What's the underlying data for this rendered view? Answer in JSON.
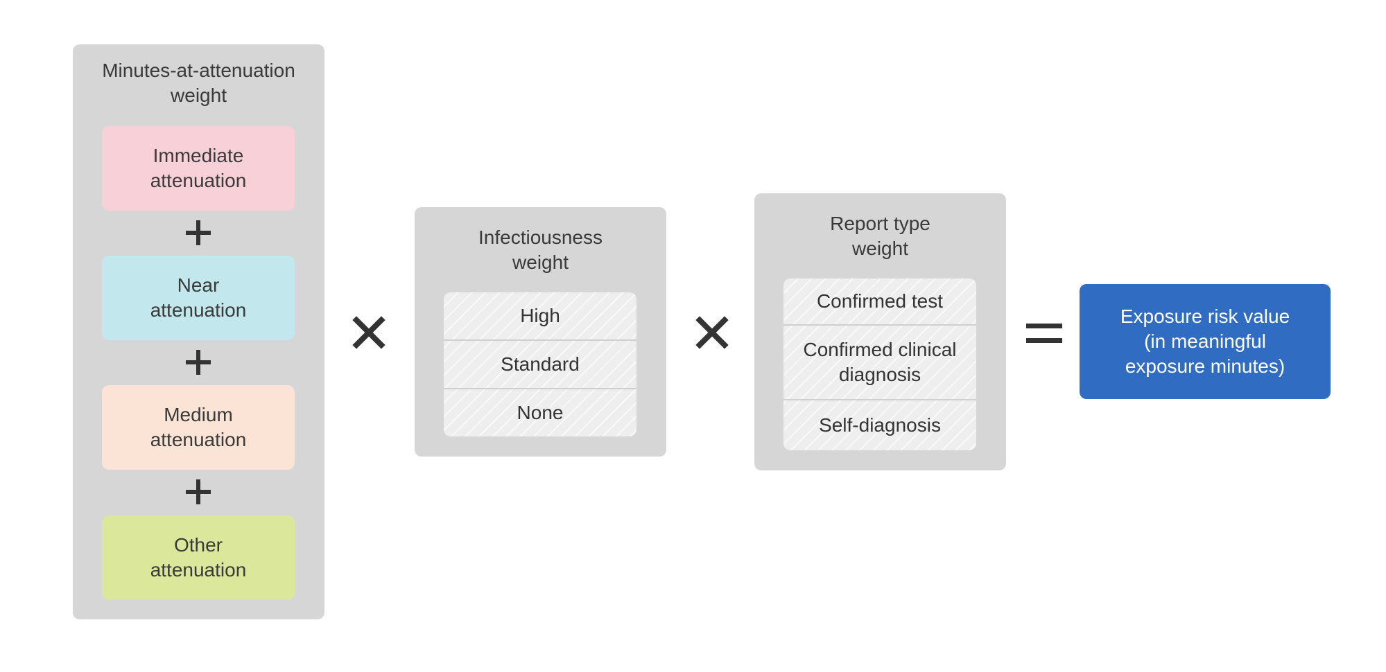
{
  "attenuation_panel": {
    "title": "Minutes-at-attenuation\nweight",
    "items": [
      {
        "label": "Immediate\nattenuation",
        "color": "#f8d1d8"
      },
      {
        "label": "Near\nattenuation",
        "color": "#c2e7ec"
      },
      {
        "label": "Medium\nattenuation",
        "color": "#fbe3d6"
      },
      {
        "label": "Other\nattenuation",
        "color": "#dbe79a"
      }
    ],
    "joiner_icon": "plus-icon"
  },
  "infectiousness_panel": {
    "title": "Infectiousness\nweight",
    "items": [
      "High",
      "Standard",
      "None"
    ]
  },
  "report_type_panel": {
    "title": "Report type\nweight",
    "items": [
      "Confirmed test",
      "Confirmed clinical\ndiagnosis",
      "Self-diagnosis"
    ]
  },
  "operators": {
    "multiply_icon": "multiply-icon",
    "equals_icon": "equals-icon"
  },
  "result": {
    "label": "Exposure risk value\n(in meaningful\nexposure minutes)",
    "color": "#2f6cc2"
  },
  "colors": {
    "panel_background": "#d6d6d6",
    "operator": "#333333"
  }
}
